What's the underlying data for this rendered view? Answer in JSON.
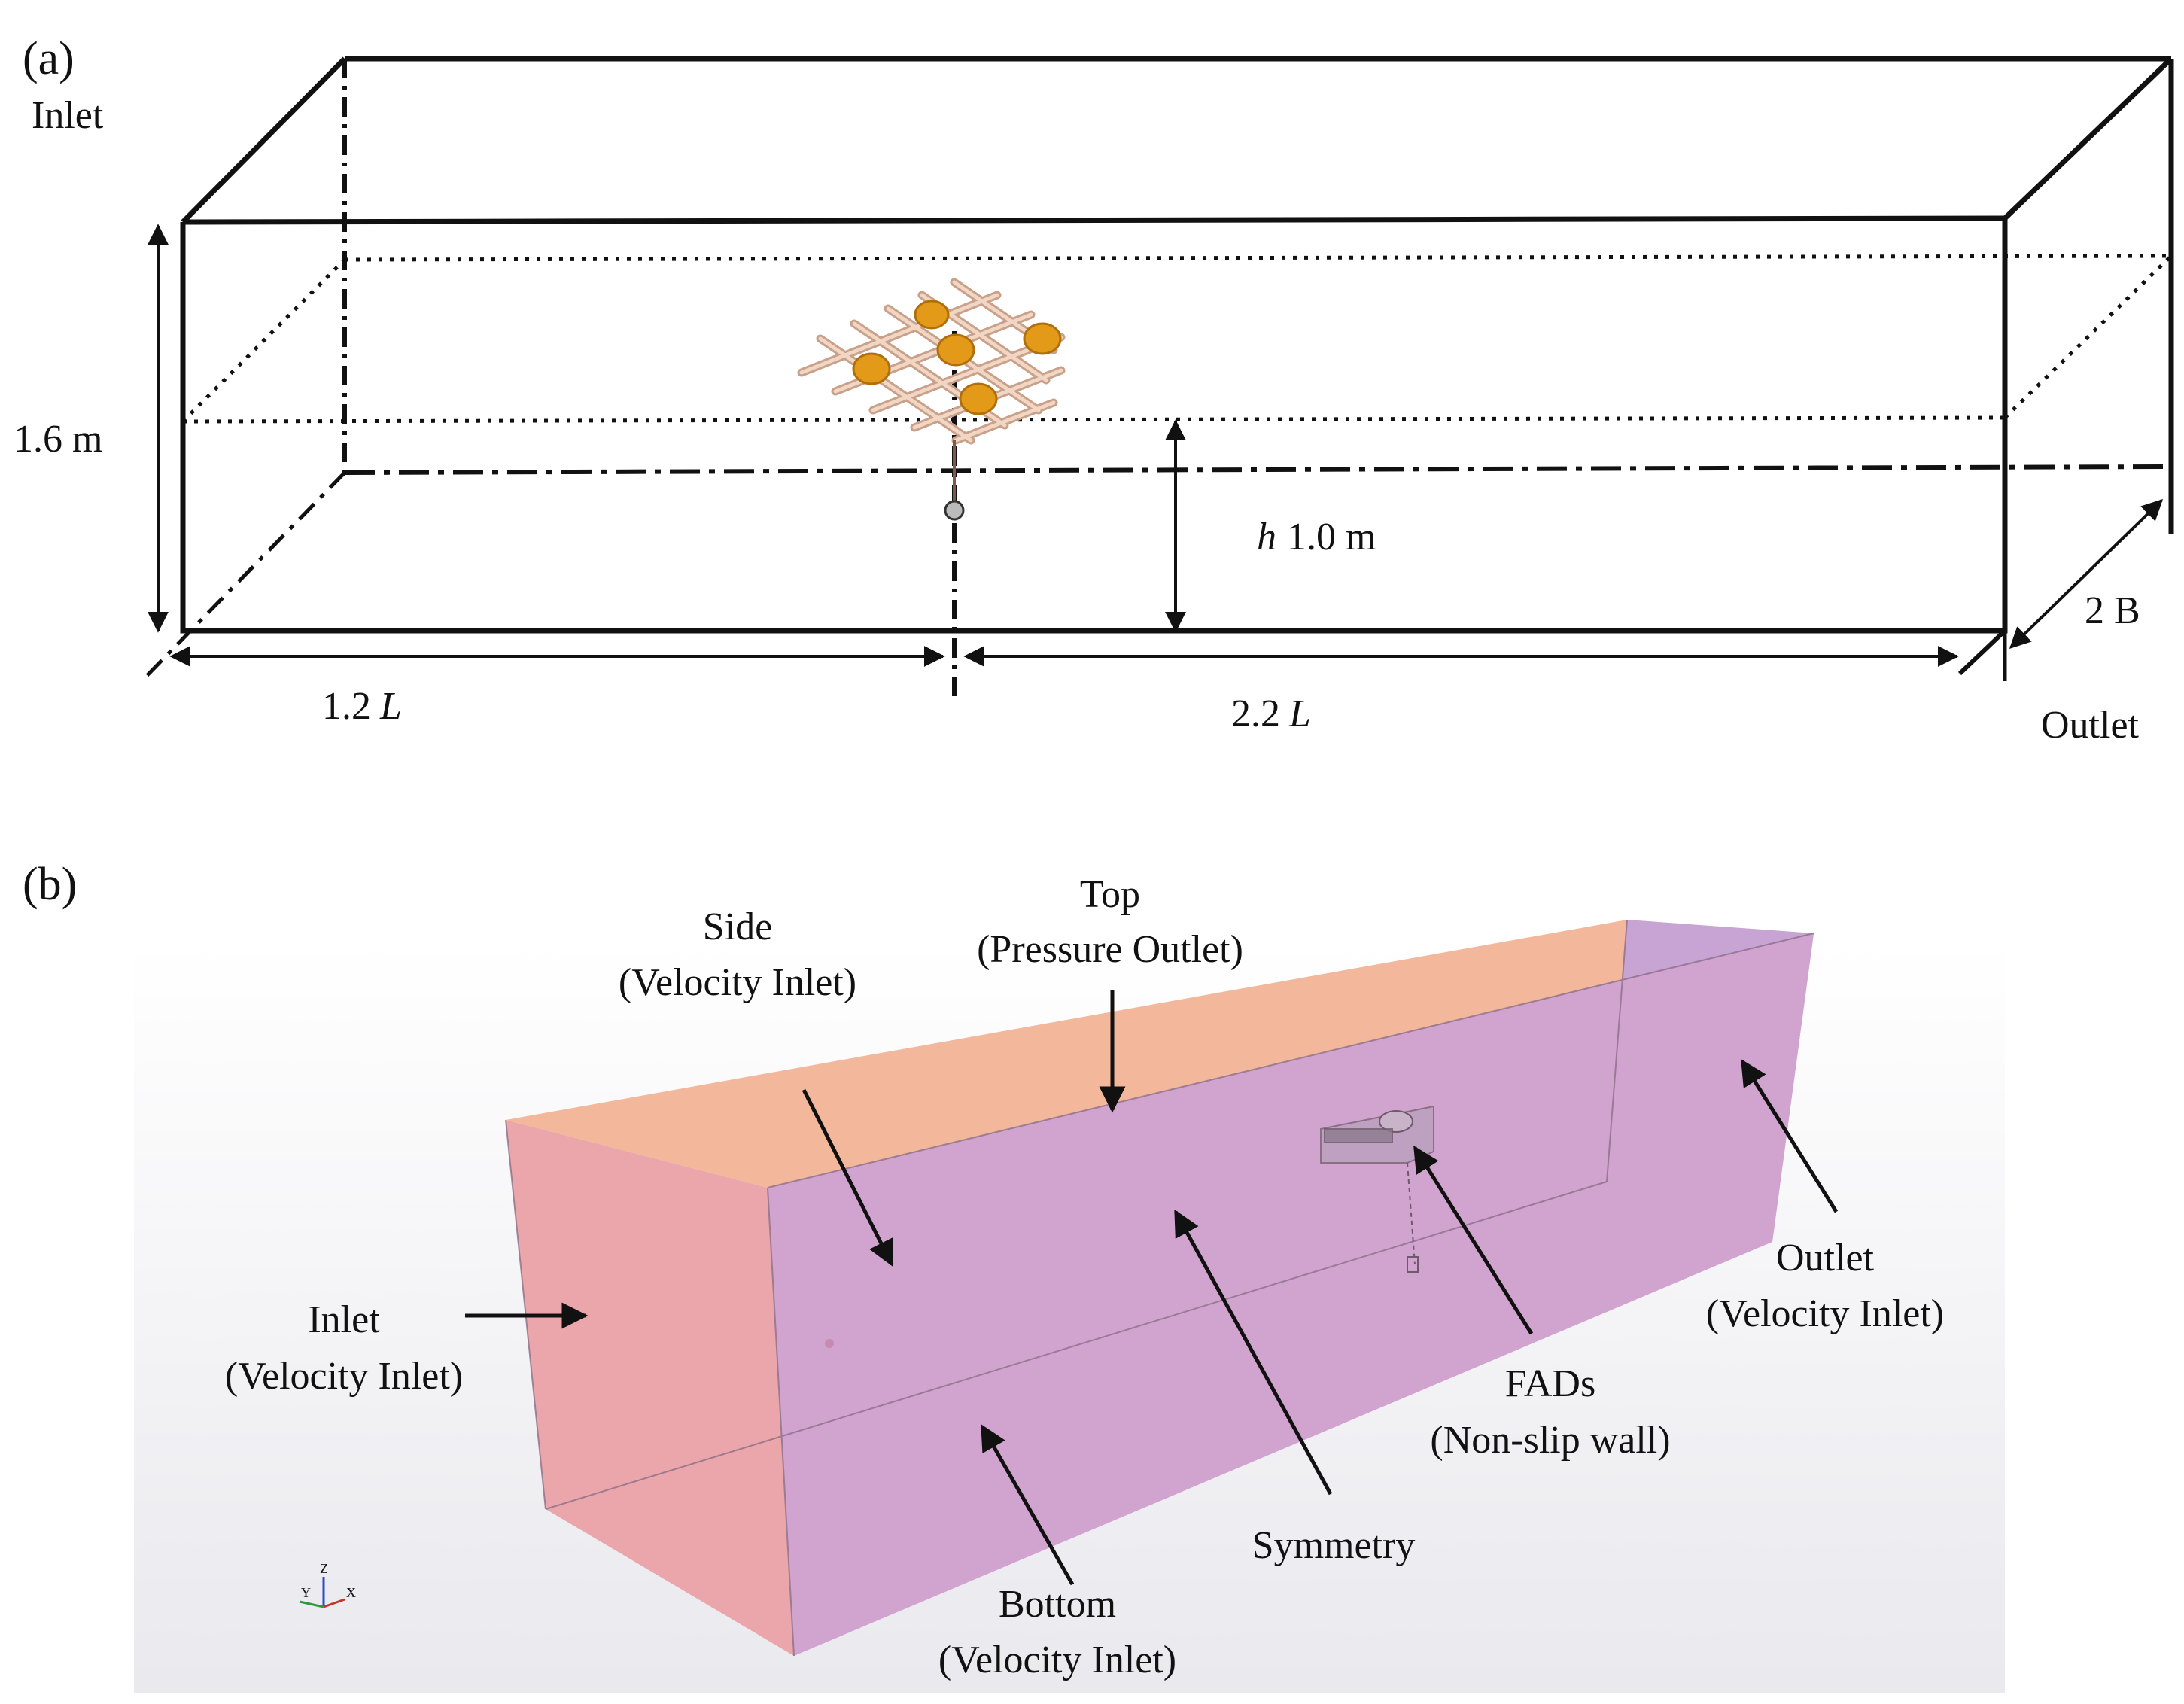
{
  "panel_a": {
    "tag": "(a)",
    "inlet": "Inlet",
    "outlet": "Outlet",
    "height": "1.6 m",
    "depth_symbol": "h",
    "depth_value": "1.0 m",
    "upstream_symbol": "1.2",
    "upstream_unit": "L",
    "downstream_symbol": "2.2",
    "downstream_unit": "L",
    "width": "2 B"
  },
  "panel_b": {
    "tag": "(b)",
    "top": "Top",
    "top_sub": "(Pressure Outlet)",
    "side": "Side",
    "side_sub": "(Velocity Inlet)",
    "inlet": "Inlet",
    "inlet_sub": "(Velocity Inlet)",
    "outlet": "Outlet",
    "outlet_sub": "(Velocity Inlet)",
    "fads": "FADs",
    "fads_sub": "(Non-slip wall)",
    "symmetry": "Symmetry",
    "bottom": "Bottom",
    "bottom_sub": "(Velocity Inlet)",
    "axes_y": "Y",
    "axes_z": "Z",
    "axes_x": "X"
  },
  "colors": {
    "inlet_face": "#e9a8a8",
    "side_face": "#c9a2d6",
    "top_face": "#f3b79c",
    "buoy": "#e39a18",
    "rods": "#e6c2aa"
  }
}
